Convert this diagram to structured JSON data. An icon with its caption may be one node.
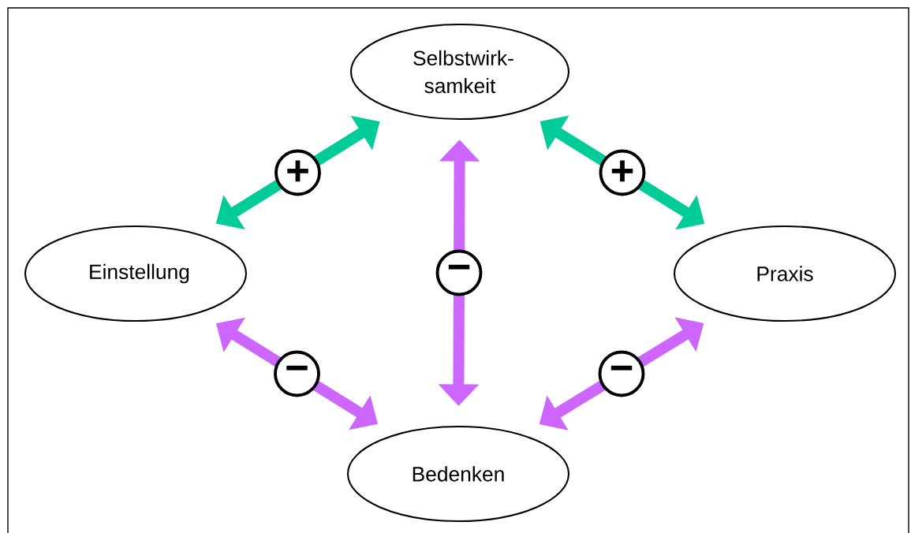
{
  "diagram": {
    "nodes": [
      {
        "text": [
          "Selbstwirk- samkeit"
        ]
      },
      {
        "text": [
          "Einstellung"
        ]
      },
      {
        "text": [
          "Praxis"
        ]
      },
      {
        "text": [
          "Bedenken"
        ]
      }
    ],
    "edges": [
      {
        "from": 1,
        "to": 0,
        "arrow": "both",
        "label": "+",
        "color": "#00cc99"
      },
      {
        "from": 0,
        "to": 2,
        "arrow": "both",
        "label": "+",
        "color": "#00cc99"
      },
      {
        "from": 0,
        "to": 3,
        "arrow": "both",
        "label": "−",
        "color": "#cc66ff"
      },
      {
        "from": 1,
        "to": 3,
        "arrow": "both",
        "label": "−",
        "color": "#cc66ff"
      },
      {
        "from": 3,
        "to": 2,
        "arrow": "both",
        "label": "−",
        "color": "#cc66ff"
      }
    ]
  }
}
